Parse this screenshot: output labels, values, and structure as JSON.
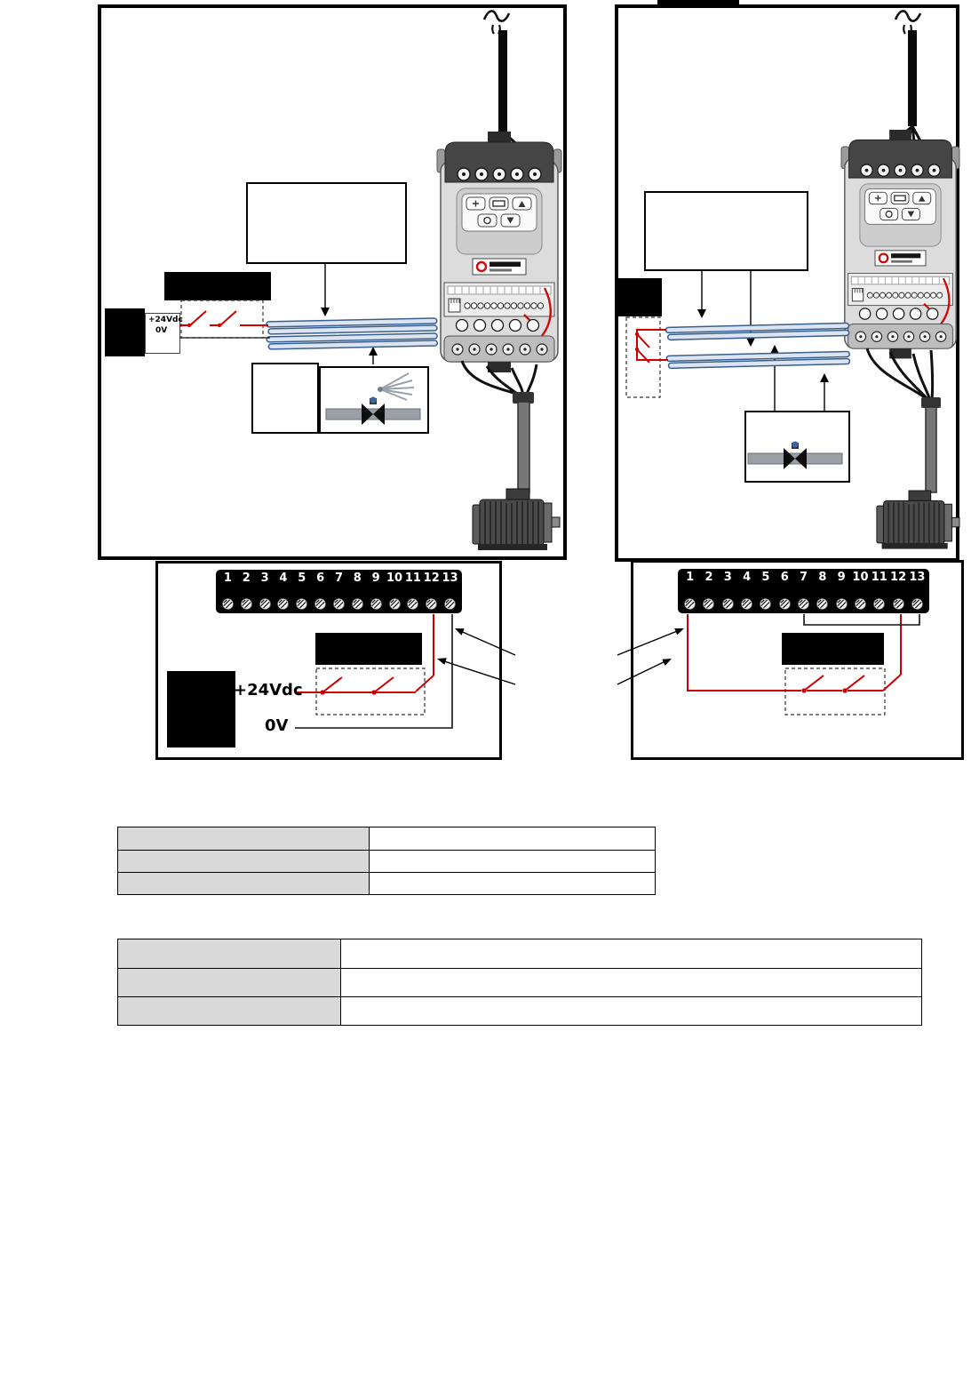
{
  "left_diagram": {
    "supply_label": {
      "plus": "+24Vdc",
      "zero": "0V"
    }
  },
  "left_terminal_diagram": {
    "supply": {
      "plus": "+24Vdc",
      "zero": "0V"
    },
    "terminals": [
      "1",
      "2",
      "3",
      "4",
      "5",
      "6",
      "7",
      "8",
      "9",
      "10",
      "11",
      "12",
      "13"
    ]
  },
  "right_terminal_diagram": {
    "terminals": [
      "1",
      "2",
      "3",
      "4",
      "5",
      "6",
      "7",
      "8",
      "9",
      "10",
      "11",
      "12",
      "13"
    ]
  },
  "tables": {
    "table1": {
      "rows": [
        {
          "label": "",
          "value": ""
        },
        {
          "label": "",
          "value": ""
        },
        {
          "label": "",
          "value": ""
        }
      ]
    },
    "table2": {
      "rows": [
        {
          "label": "",
          "value": ""
        },
        {
          "label": "",
          "value": ""
        },
        {
          "label": "",
          "value": ""
        }
      ]
    }
  },
  "colors": {
    "wire_red": "#cc0000",
    "cable_stroke": "#3a5f8f",
    "cable_fill": "#dbe5f1",
    "redaction_black": "#000000",
    "table_shaded": "#d9d9d9"
  },
  "icons": {
    "ac_supply": "sine-squiggle",
    "valve": "pipe-valve",
    "spray": "spray-nozzle",
    "motor": "ac-motor"
  }
}
